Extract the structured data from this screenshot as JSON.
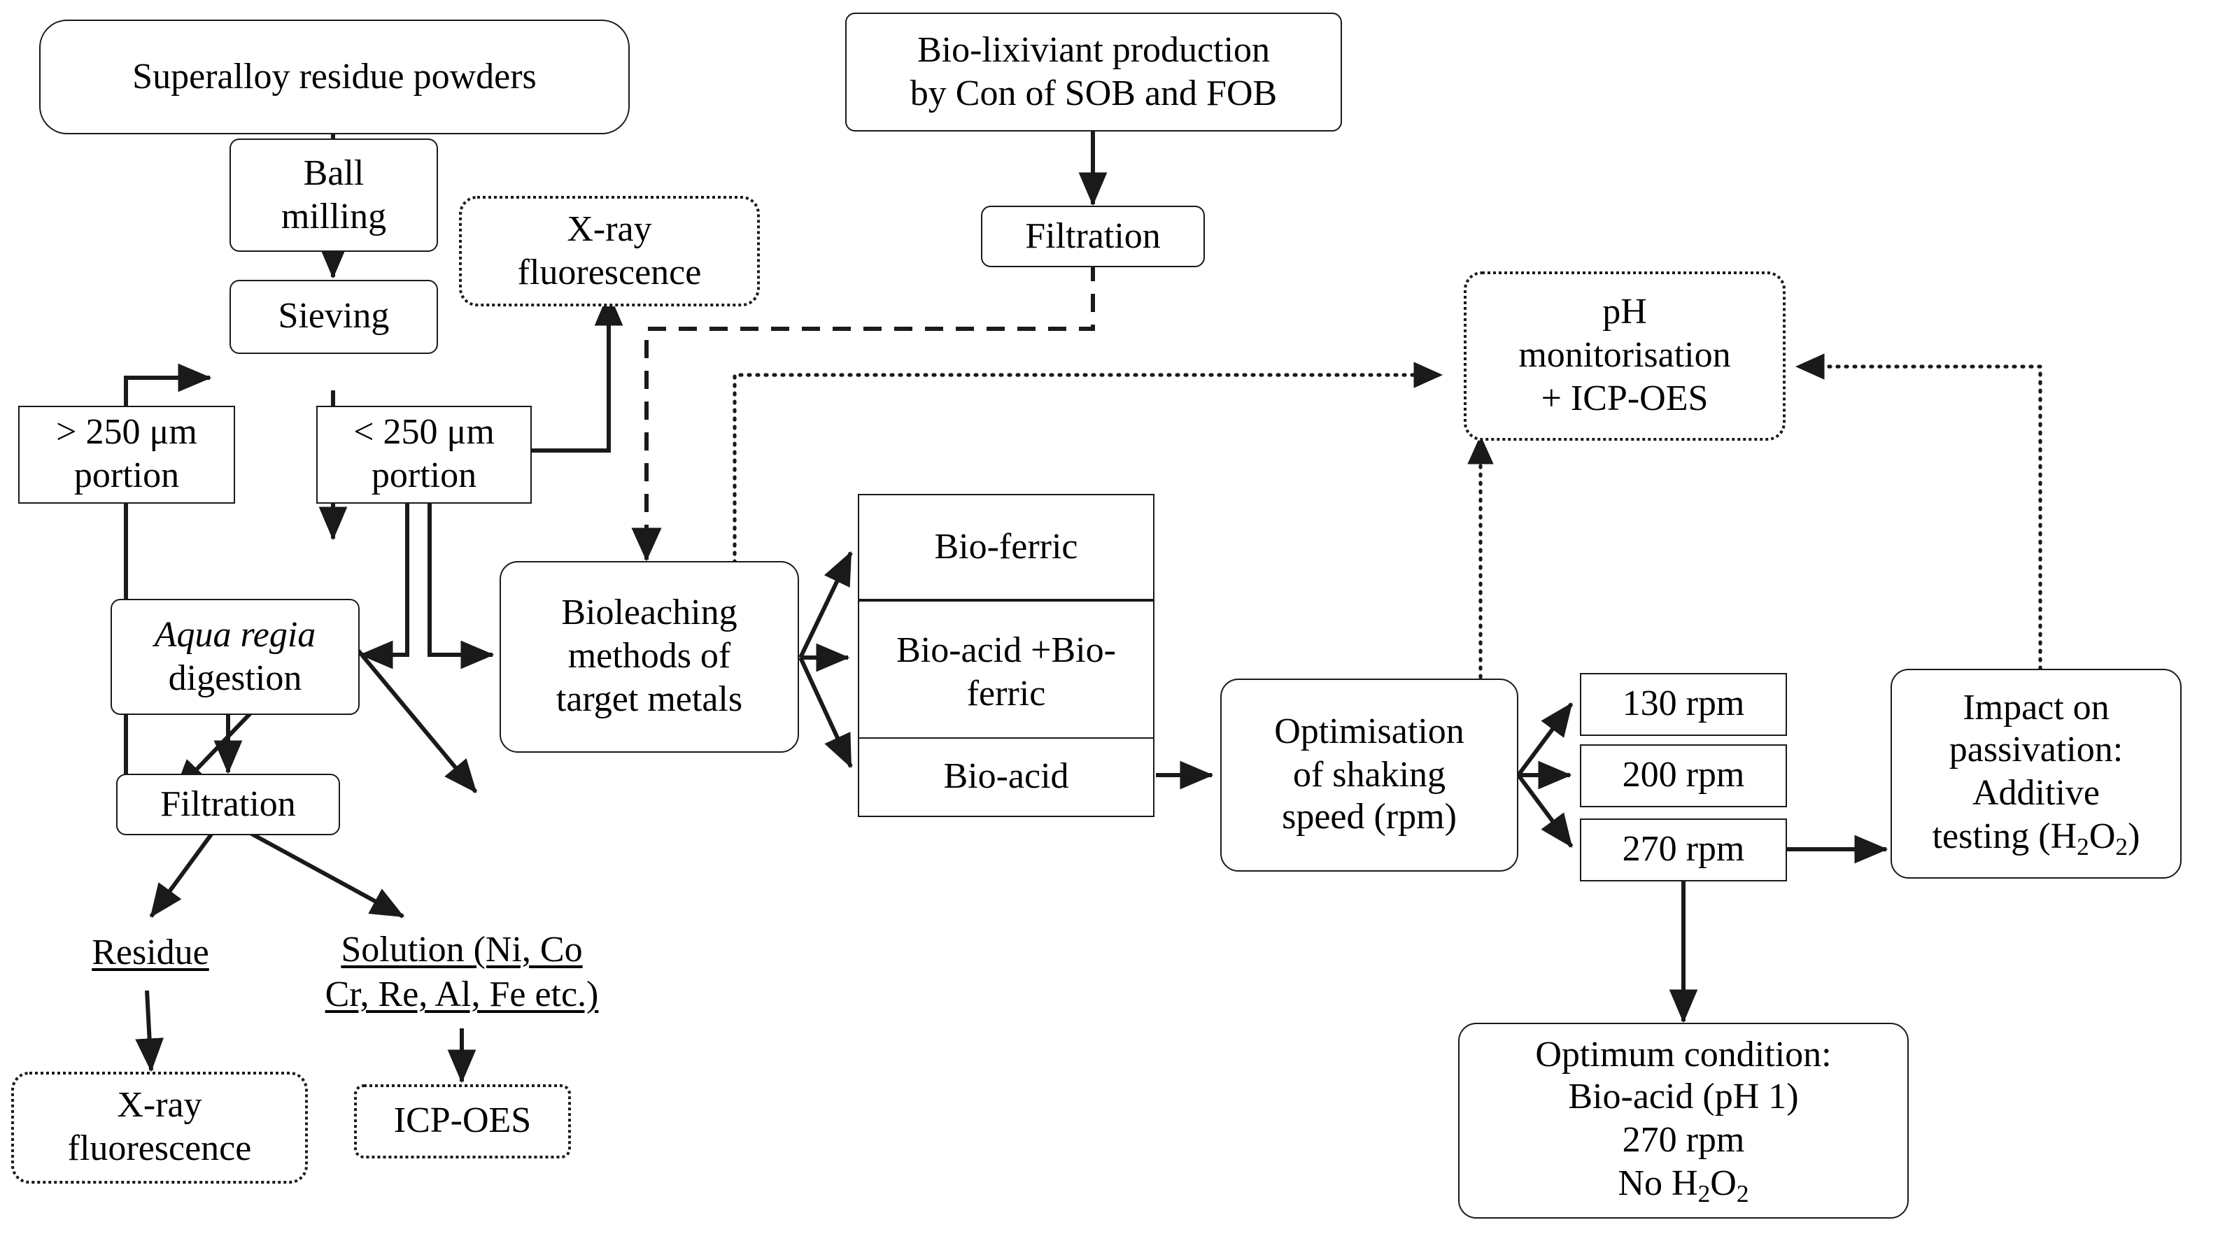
{
  "diagram": {
    "title": "Bioleaching process flowchart for superalloy residue powders",
    "line_color": "#1a1a1a",
    "background": "#ffffff"
  },
  "nodes": {
    "superalloy_residue_powders": "Superalloy residue powders",
    "ball_milling_l1": "Ball",
    "ball_milling_l2": "milling",
    "sieving": "Sieving",
    "xrf_top_l1": "X-ray",
    "xrf_top_l2": "fluorescence",
    "over_250_l1": "> 250 μm",
    "over_250_l2": "portion",
    "under_250_l1": "< 250 μm",
    "under_250_l2": "portion",
    "aqua_regia_l1": "Aqua regia",
    "aqua_regia_l2": "digestion",
    "filtration_left": "Filtration",
    "residue": "Residue",
    "solution_l1": "Solution (Ni, Co",
    "solution_l2": "Cr, Re, Al, Fe etc.)",
    "xrf_bottom_l1": "X-ray",
    "xrf_bottom_l2": "fluorescence",
    "icp_oes_bottom": "ICP-OES",
    "biolixiviant_l1": "Bio-lixiviant production",
    "biolixiviant_l2": "by Con of SOB and FOB",
    "filtration_top": "Filtration",
    "bioleaching_l1": "Bioleaching",
    "bioleaching_l2": "methods of",
    "bioleaching_l3": "target metals",
    "bio_ferric": "Bio-ferric",
    "bio_acid_bio_ferric_l1": "Bio-acid +Bio-",
    "bio_acid_bio_ferric_l2": "ferric",
    "bio_acid": "Bio-acid",
    "ph_monitorisation_l1": "pH",
    "ph_monitorisation_l2": "monitorisation",
    "ph_monitorisation_l3": "+ ICP-OES",
    "optimisation_l1": "Optimisation",
    "optimisation_l2": "of shaking",
    "optimisation_l3": "speed (rpm)",
    "rpm_130": "130 rpm",
    "rpm_200": "200 rpm",
    "rpm_270": "270 rpm",
    "impact_l1": "Impact on",
    "impact_l2": "passivation:",
    "impact_l3": "Additive",
    "impact_l4_pre": "testing (H",
    "impact_l4_sub1": "2",
    "impact_l4_mid": "O",
    "impact_l4_sub2": "2",
    "impact_l4_post": ")",
    "optimum_l1": "Optimum condition:",
    "optimum_l2": "Bio-acid (pH 1)",
    "optimum_l3": "270 rpm",
    "optimum_l4_pre": "No H",
    "optimum_l4_sub1": "2",
    "optimum_l4_mid": "O",
    "optimum_l4_sub2": "2"
  },
  "edges": [
    {
      "from": "superalloy_residue_powders",
      "to": "ball_milling",
      "style": "solid"
    },
    {
      "from": "ball_milling",
      "to": "sieving",
      "style": "solid"
    },
    {
      "from": "sieving",
      "to": "over_250",
      "style": "solid"
    },
    {
      "from": "sieving",
      "to": "under_250",
      "style": "solid"
    },
    {
      "from": "over_250",
      "to": "ball_milling",
      "style": "solid"
    },
    {
      "from": "under_250",
      "to": "xrf_top",
      "style": "solid"
    },
    {
      "from": "under_250",
      "to": "aqua_regia",
      "style": "solid"
    },
    {
      "from": "under_250",
      "to": "bioleaching",
      "style": "solid"
    },
    {
      "from": "aqua_regia",
      "to": "filtration_left",
      "style": "solid"
    },
    {
      "from": "filtration_left",
      "to": "residue",
      "style": "solid"
    },
    {
      "from": "filtration_left",
      "to": "solution",
      "style": "solid"
    },
    {
      "from": "residue",
      "to": "xrf_bottom",
      "style": "solid"
    },
    {
      "from": "solution",
      "to": "icp_oes_bottom",
      "style": "solid"
    },
    {
      "from": "biolixiviant",
      "to": "filtration_top",
      "style": "solid"
    },
    {
      "from": "filtration_top",
      "to": "bioleaching",
      "style": "dashed"
    },
    {
      "from": "bioleaching",
      "to": "ph_monitorisation",
      "style": "dotted"
    },
    {
      "from": "bioleaching",
      "to": "bio_ferric",
      "style": "solid"
    },
    {
      "from": "bioleaching",
      "to": "bio_acid_bio_ferric",
      "style": "solid"
    },
    {
      "from": "bioleaching",
      "to": "bio_acid",
      "style": "solid"
    },
    {
      "from": "bio_acid",
      "to": "optimisation",
      "style": "solid"
    },
    {
      "from": "optimisation",
      "to": "rpm_130",
      "style": "solid"
    },
    {
      "from": "optimisation",
      "to": "rpm_200",
      "style": "solid"
    },
    {
      "from": "optimisation",
      "to": "rpm_270",
      "style": "solid"
    },
    {
      "from": "optimisation",
      "to": "ph_monitorisation",
      "style": "dotted"
    },
    {
      "from": "rpm_270",
      "to": "impact",
      "style": "solid"
    },
    {
      "from": "rpm_270",
      "to": "optimum",
      "style": "solid"
    },
    {
      "from": "impact",
      "to": "ph_monitorisation",
      "style": "dotted"
    }
  ]
}
